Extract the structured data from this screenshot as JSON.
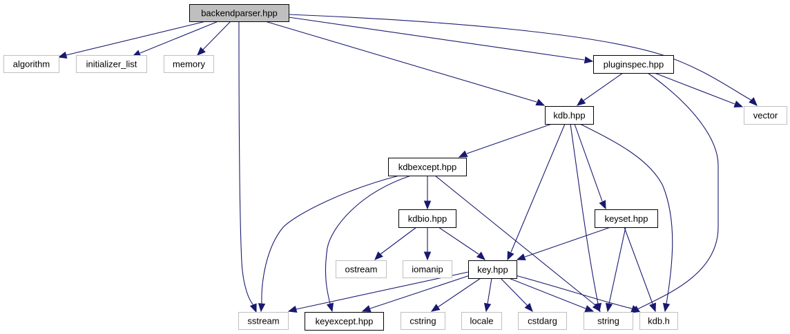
{
  "title": "backendparser.hpp include dependency graph",
  "colors": {
    "edge": "#191970",
    "root_fill": "#bfbfbf",
    "root_stroke": "#000000",
    "documented_stroke": "#000000",
    "external_stroke": "#bfbfbf",
    "node_fill": "#ffffff"
  },
  "nodes": [
    {
      "id": "backendparser",
      "label": "backendparser.hpp",
      "kind": "root"
    },
    {
      "id": "algorithm",
      "label": "algorithm",
      "kind": "external"
    },
    {
      "id": "initializer_list",
      "label": "initializer_list",
      "kind": "external"
    },
    {
      "id": "memory",
      "label": "memory",
      "kind": "external"
    },
    {
      "id": "pluginspec",
      "label": "pluginspec.hpp",
      "kind": "documented"
    },
    {
      "id": "kdbhpp",
      "label": "kdb.hpp",
      "kind": "documented"
    },
    {
      "id": "vector",
      "label": "vector",
      "kind": "external"
    },
    {
      "id": "kdbexcept",
      "label": "kdbexcept.hpp",
      "kind": "documented"
    },
    {
      "id": "kdbio",
      "label": "kdbio.hpp",
      "kind": "documented"
    },
    {
      "id": "keyset",
      "label": "keyset.hpp",
      "kind": "documented"
    },
    {
      "id": "ostream",
      "label": "ostream",
      "kind": "external"
    },
    {
      "id": "iomanip",
      "label": "iomanip",
      "kind": "external"
    },
    {
      "id": "key",
      "label": "key.hpp",
      "kind": "documented"
    },
    {
      "id": "sstream",
      "label": "sstream",
      "kind": "external"
    },
    {
      "id": "keyexcept",
      "label": "keyexcept.hpp",
      "kind": "documented"
    },
    {
      "id": "cstring",
      "label": "cstring",
      "kind": "external"
    },
    {
      "id": "locale",
      "label": "locale",
      "kind": "external"
    },
    {
      "id": "cstdarg",
      "label": "cstdarg",
      "kind": "external"
    },
    {
      "id": "string",
      "label": "string",
      "kind": "external"
    },
    {
      "id": "kdbh",
      "label": "kdb.h",
      "kind": "external"
    }
  ],
  "edges": [
    {
      "from": "backendparser",
      "to": "algorithm"
    },
    {
      "from": "backendparser",
      "to": "initializer_list"
    },
    {
      "from": "backendparser",
      "to": "memory"
    },
    {
      "from": "backendparser",
      "to": "sstream"
    },
    {
      "from": "backendparser",
      "to": "kdbhpp"
    },
    {
      "from": "backendparser",
      "to": "pluginspec"
    },
    {
      "from": "backendparser",
      "to": "vector"
    },
    {
      "from": "pluginspec",
      "to": "kdbhpp"
    },
    {
      "from": "pluginspec",
      "to": "vector"
    },
    {
      "from": "pluginspec",
      "to": "string"
    },
    {
      "from": "kdbhpp",
      "to": "kdbexcept"
    },
    {
      "from": "kdbhpp",
      "to": "key"
    },
    {
      "from": "kdbhpp",
      "to": "string"
    },
    {
      "from": "kdbhpp",
      "to": "keyset"
    },
    {
      "from": "kdbhpp",
      "to": "kdbh"
    },
    {
      "from": "kdbexcept",
      "to": "sstream"
    },
    {
      "from": "kdbexcept",
      "to": "keyexcept"
    },
    {
      "from": "kdbexcept",
      "to": "kdbio"
    },
    {
      "from": "kdbexcept",
      "to": "string"
    },
    {
      "from": "kdbio",
      "to": "ostream"
    },
    {
      "from": "kdbio",
      "to": "iomanip"
    },
    {
      "from": "kdbio",
      "to": "key"
    },
    {
      "from": "keyset",
      "to": "key"
    },
    {
      "from": "keyset",
      "to": "string"
    },
    {
      "from": "keyset",
      "to": "kdbh"
    },
    {
      "from": "key",
      "to": "sstream"
    },
    {
      "from": "key",
      "to": "keyexcept"
    },
    {
      "from": "key",
      "to": "cstring"
    },
    {
      "from": "key",
      "to": "locale"
    },
    {
      "from": "key",
      "to": "cstdarg"
    },
    {
      "from": "key",
      "to": "string"
    },
    {
      "from": "key",
      "to": "kdbh"
    }
  ]
}
